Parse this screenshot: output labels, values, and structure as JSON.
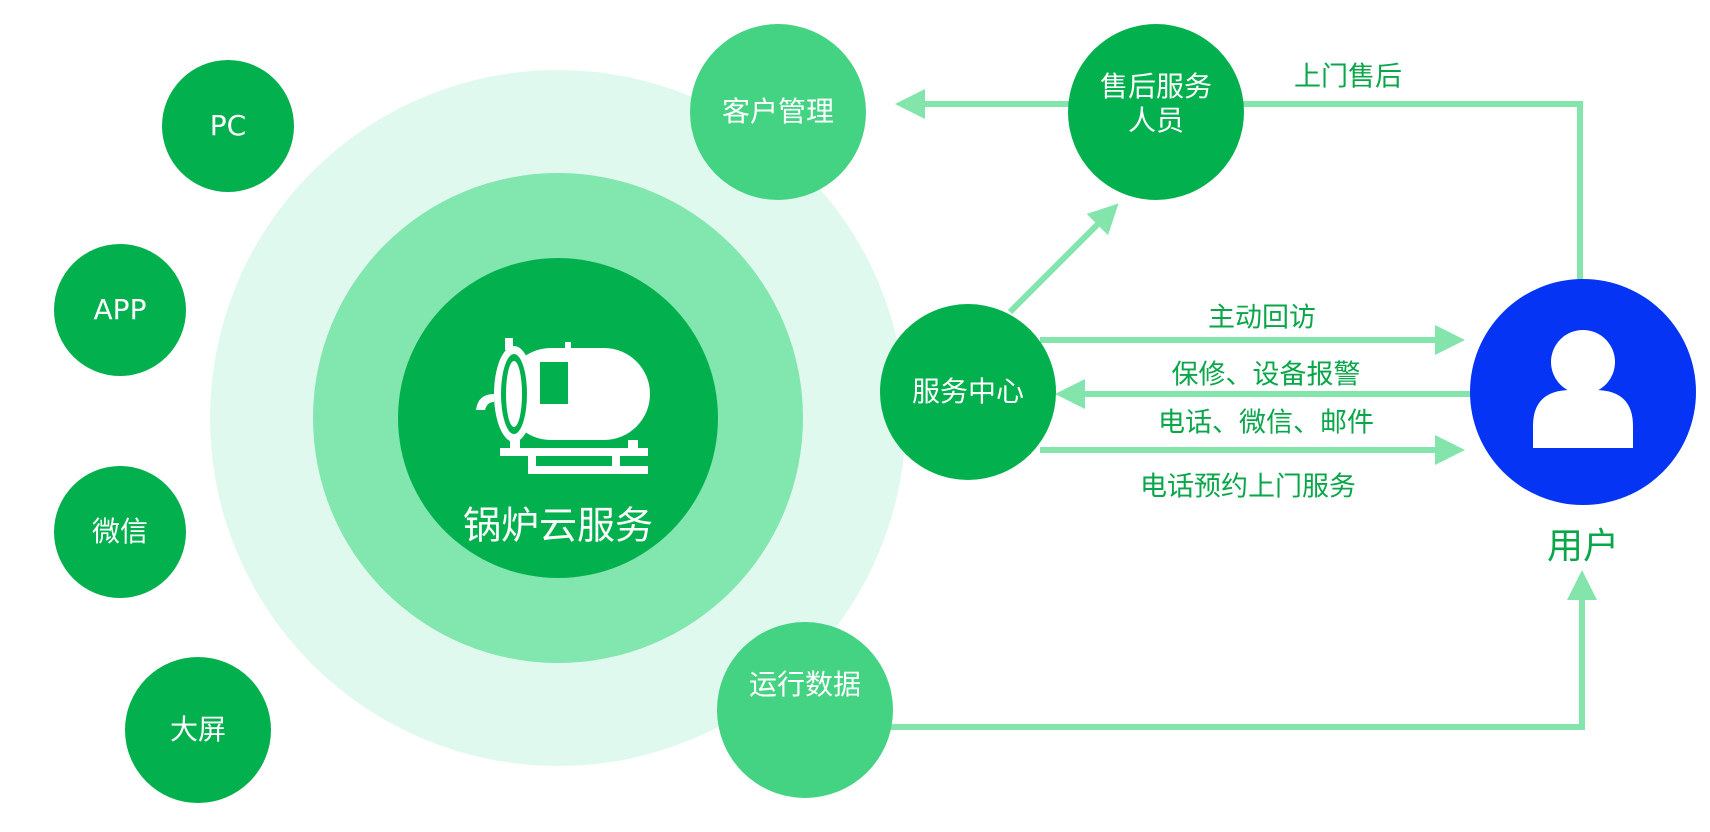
{
  "colors": {
    "primary_green": "#03b04e",
    "mid_green": "#44d283",
    "ring_light": "#e0f9ee",
    "ring_mid": "#82e7ae",
    "arrow_green": "#84e5ac",
    "label_green": "#0aa64a",
    "user_blue": "#0534f5"
  },
  "center": {
    "title": "锅炉云服务",
    "icon": "boiler-icon"
  },
  "channels": {
    "pc": "PC",
    "app": "APP",
    "wechat": "微信",
    "big_screen": "大屏"
  },
  "nodes": {
    "customer_management": "客户管理",
    "after_sales_line1": "售后服务",
    "after_sales_line2": "人员",
    "service_center": "服务中心",
    "operation_data": "运行数据"
  },
  "flows": {
    "onsite_after_sales": "上门售后",
    "active_callback": "主动回访",
    "repair_alarm": "保修、设备报警",
    "contact_methods": "电话、微信、邮件",
    "phone_booking": "电话预约上门服务"
  },
  "user": {
    "label": "用户",
    "icon": "user-icon"
  }
}
